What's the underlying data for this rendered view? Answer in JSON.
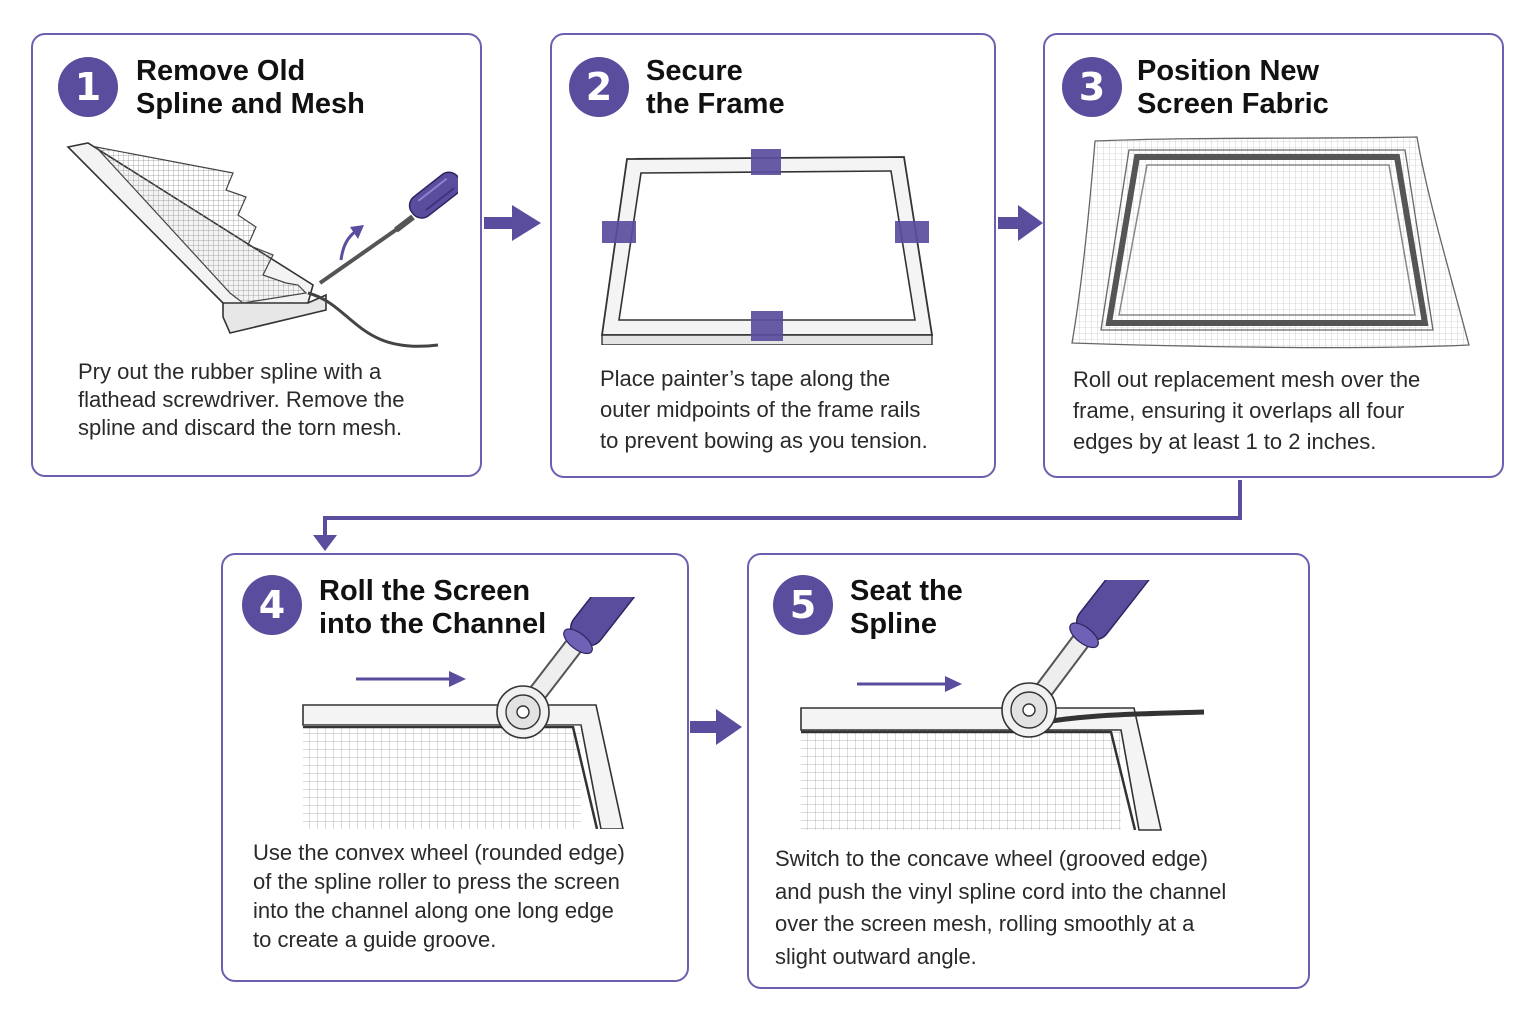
{
  "colors": {
    "accent": "#5a4d9e",
    "accent_light": "#7f72c0",
    "frame": "#ffffff",
    "mesh": "#9a9a9a"
  },
  "steps": [
    {
      "number": "1",
      "title_lines": [
        "Remove Old",
        "Spline and Mesh"
      ],
      "desc_lines": [
        "Pry out the rubber spline with a",
        "flathead screwdriver. Remove the",
        "spline and discard the torn mesh."
      ],
      "illustration_icon": "screwdriver-spline-removal-icon"
    },
    {
      "number": "2",
      "title_lines": [
        "Secure",
        "the Frame"
      ],
      "desc_lines": [
        "Place painter’s tape along the",
        "outer midpoints of the frame rails",
        "to prevent bowing as you tension."
      ],
      "illustration_icon": "taped-frame-icon"
    },
    {
      "number": "3",
      "title_lines": [
        "Position New",
        "Screen Fabric"
      ],
      "desc_lines": [
        "Roll out replacement mesh over the",
        "frame, ensuring it overlaps all four",
        "edges by at least 1 to 2 inches."
      ],
      "illustration_icon": "mesh-over-frame-icon"
    },
    {
      "number": "4",
      "title_lines": [
        "Roll the Screen",
        "into the Channel"
      ],
      "desc_lines": [
        "Use the convex wheel (rounded edge)",
        "of the spline roller to press the screen",
        "into the channel along one long edge",
        "to create a guide groove."
      ],
      "illustration_icon": "convex-roller-icon"
    },
    {
      "number": "5",
      "title_lines": [
        "Seat the",
        "Spline"
      ],
      "desc_lines": [
        "Switch to the concave wheel (grooved edge)",
        "and push the vinyl spline cord into the channel",
        "over the screen mesh, rolling smoothly at a",
        "slight outward angle."
      ],
      "illustration_icon": "concave-roller-spline-icon"
    }
  ]
}
